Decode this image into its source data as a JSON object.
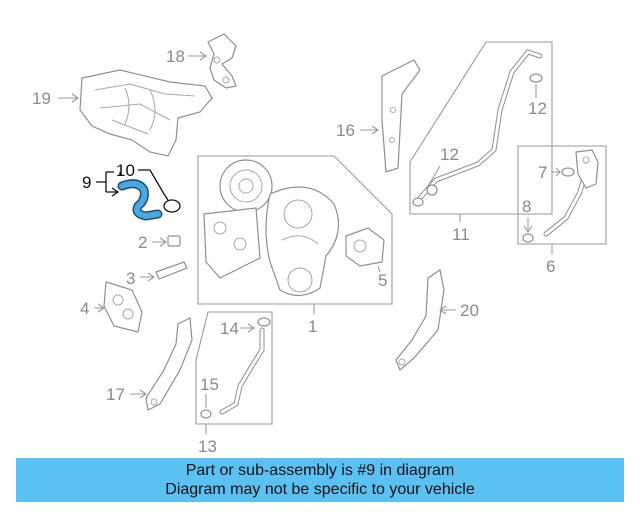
{
  "callouts": {
    "c1": "1",
    "c2": "2",
    "c3": "3",
    "c4": "4",
    "c5": "5",
    "c6": "6",
    "c7": "7",
    "c8": "8",
    "c9": "9",
    "c10": "10",
    "c11": "11",
    "c12a": "12",
    "c12b": "12",
    "c13": "13",
    "c14": "14",
    "c15": "15",
    "c16": "16",
    "c17": "17",
    "c18": "18",
    "c19": "19",
    "c20": "20"
  },
  "caption": {
    "line1": "Part or sub-assembly is #9 in diagram",
    "line2": "Diagram may not be specific to your vehicle"
  },
  "colors": {
    "highlight_part": "#4aa8de",
    "caption_bg": "#5bc0f2"
  }
}
